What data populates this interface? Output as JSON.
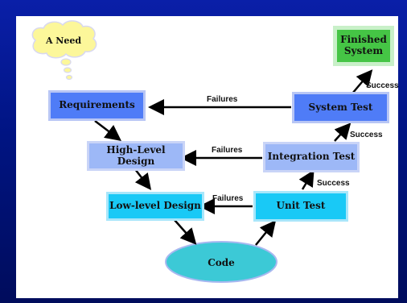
{
  "need": "A Need",
  "boxes": {
    "requirements": "Requirements",
    "high_level_design": "High-Level Design",
    "low_level_design": "Low-level Design",
    "code": "Code",
    "unit_test": "Unit Test",
    "integration_test": "Integration Test",
    "system_test": "System Test",
    "finished_system_line1": "Finished",
    "finished_system_line2": "System"
  },
  "labels": {
    "failures": "Failures",
    "success": "Success"
  },
  "colors": {
    "requirements": "#4f7cf7",
    "high_level_design": "#9db8f7",
    "low_level_design": "#19c9f6",
    "code": "#3cc9d6",
    "unit_test": "#19c9f6",
    "integration_test": "#9db8f7",
    "system_test": "#4f7cf7",
    "finished_system": "#45c545",
    "need_cloud": "#fcf79a"
  }
}
